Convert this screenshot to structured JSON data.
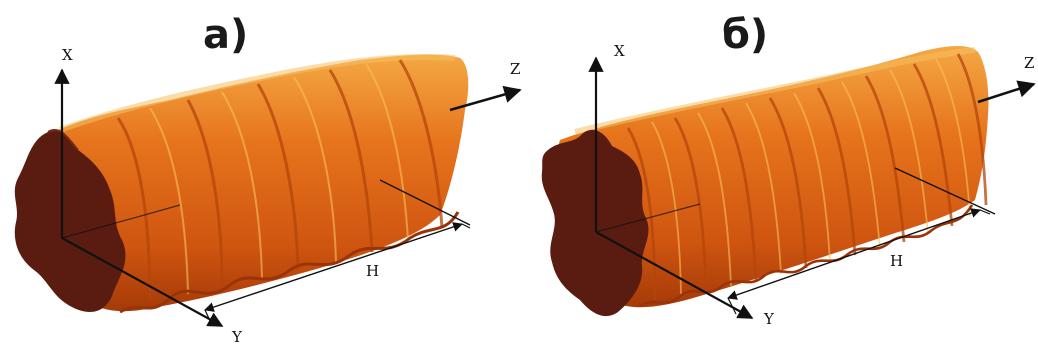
{
  "panels": [
    {
      "label": "а)",
      "axes": {
        "x": "X",
        "y": "Y",
        "z": "Z"
      },
      "dimension": "H",
      "turns": 5
    },
    {
      "label": "б)",
      "axes": {
        "x": "X",
        "y": "Y",
        "z": "Z"
      },
      "dimension": "H",
      "turns": 8
    }
  ],
  "colors": {
    "surface_light": "#f08a2a",
    "surface_mid": "#d85e12",
    "surface_dark": "#9a3408",
    "end_face": "#5a1c10",
    "crest_highlight": "#f7c25a",
    "axis_line": "#111111"
  }
}
